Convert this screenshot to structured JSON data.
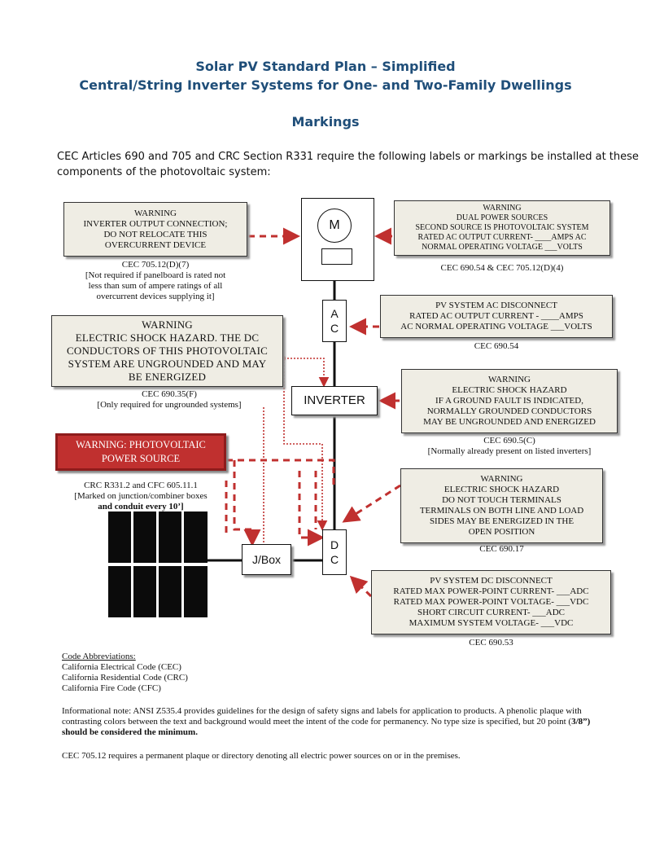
{
  "title": {
    "line1": "Solar PV Standard Plan – Simplified",
    "line2": "Central/String Inverter Systems for One- and Two-Family Dwellings",
    "section": "Markings"
  },
  "intro": {
    "line1": "CEC Articles 690 and 705 and CRC Section R331 require the following labels or markings be installed at these",
    "line2": "components of the photovoltaic system:"
  },
  "components": {
    "meter": "M",
    "ac_disconnect": [
      "A",
      "C"
    ],
    "inverter": "INVERTER",
    "dc_disconnect": [
      "D",
      "C"
    ],
    "junction_box": "J/Box"
  },
  "labels": {
    "inverter_output": {
      "lines": [
        "WARNING",
        "INVERTER OUTPUT CONNECTION;",
        "DO NOT RELOCATE THIS",
        "OVERCURRENT DEVICE"
      ],
      "code": "CEC 705.12(D)(7)",
      "note": [
        "[Not required if panelboard is rated not",
        "less than sum of ampere ratings of all",
        "overcurrent devices supplying it]"
      ]
    },
    "dual_power": {
      "lines": [
        "WARNING",
        "DUAL POWER SOURCES",
        "SECOND SOURCE IS PHOTOVOLTAIC SYSTEM",
        "RATED AC OUTPUT CURRENT- ____AMPS AC",
        "NORMAL OPERATING VOLTAGE ___VOLTS"
      ],
      "code": "CEC 690.54 & CEC 705.12(D)(4)"
    },
    "ac_disconnect": {
      "lines": [
        "PV SYSTEM AC DISCONNECT",
        "RATED AC OUTPUT CURRENT - ____AMPS",
        "AC NORMAL OPERATING VOLTAGE ___VOLTS"
      ],
      "code": "CEC 690.54"
    },
    "ungrounded": {
      "lines": [
        "WARNING",
        "ELECTRIC SHOCK HAZARD. THE DC",
        "CONDUCTORS OF THIS PHOTOVOLTAIC",
        "SYSTEM ARE UNGROUNDED AND MAY",
        "BE ENERGIZED"
      ],
      "code": "CEC 690.35(F)",
      "note": "[Only required for ungrounded systems]"
    },
    "ground_fault": {
      "lines": [
        "WARNING",
        "ELECTRIC SHOCK HAZARD",
        "IF A GROUND FAULT IS INDICATED,",
        "NORMALLY GROUNDED CONDUCTORS",
        "MAY BE UNGROUNDED AND ENERGIZED"
      ],
      "code": "CEC 690.5(C)",
      "note": "[Normally already present on listed inverters]"
    },
    "pv_source": {
      "lines": [
        "WARNING: PHOTOVOLTAIC",
        "POWER SOURCE"
      ],
      "code": "CRC R331.2 and CFC 605.11.1",
      "note1": "[Marked on junction/combiner boxes",
      "note2": "and conduit every 10’]"
    },
    "terminals": {
      "lines": [
        "WARNING",
        "ELECTRIC SHOCK HAZARD",
        "DO NOT TOUCH TERMINALS",
        "TERMINALS ON BOTH LINE AND LOAD",
        "SIDES MAY BE ENERGIZED IN THE",
        "OPEN POSITION"
      ],
      "code": "CEC 690.17"
    },
    "dc_disconnect": {
      "lines": [
        "PV SYSTEM DC DISCONNECT",
        "RATED MAX POWER-POINT CURRENT- ___ADC",
        "RATED MAX POWER-POINT VOLTAGE- ___VDC",
        "SHORT CIRCUIT CURRENT- ___ADC",
        "MAXIMUM SYSTEM VOLTAGE- ___VDC"
      ],
      "code": "CEC 690.53"
    }
  },
  "abbreviations": {
    "heading": "Code Abbreviations:",
    "items": [
      "California Electrical Code (CEC)",
      "California Residential Code (CRC)",
      "California Fire Code (CFC)"
    ]
  },
  "notes": {
    "informational_a": "Informational note: ANSI Z535.4 provides guidelines for the design of safety signs and labels for application to products. A phenolic plaque with contrasting colors between the text and background would meet the intent of the code for permanency. No type size is specified, but 20 point (",
    "informational_b": "3/8”) should be considered the minimum.",
    "plaque": "CEC 705.12 requires a permanent plaque or directory denoting all electric power sources on or in the premises."
  },
  "colors": {
    "title": "#1f4e79",
    "arrow": "#c0302f",
    "label_fill": "#efede4",
    "pv_label_fill": "#c0302f",
    "panel": "#0b0b0b"
  }
}
